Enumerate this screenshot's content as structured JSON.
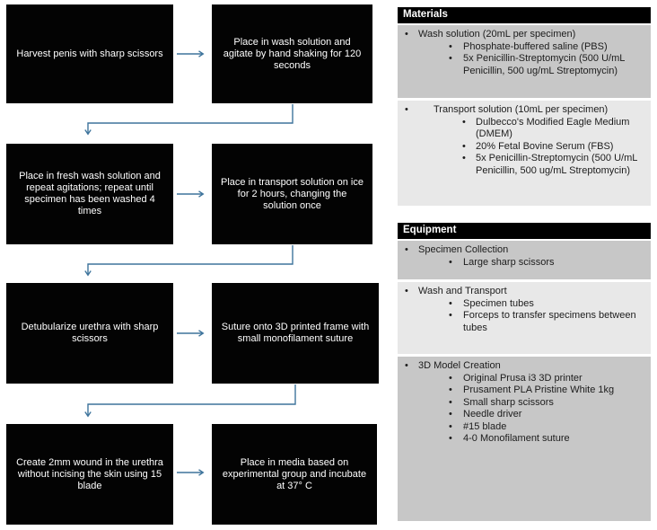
{
  "glyphs": {
    "bullet": "•"
  },
  "colors": {
    "arrow": "#3e749c",
    "flow_box_bg": "#030303",
    "flow_box_text": "#ffffff",
    "panel_header_bg": "#000000",
    "panel_header_text": "#ffffff",
    "section_dark": "#c7c7c7",
    "section_light": "#e8e8e8",
    "page_bg": "#ffffff"
  },
  "flowchart": {
    "steps": [
      {
        "text": "Harvest penis with sharp scissors"
      },
      {
        "text": "Place in wash solution and agitate by hand shaking for 120 seconds"
      },
      {
        "text": "Place in fresh wash solution and repeat agitations; repeat until specimen has been washed 4 times"
      },
      {
        "text": "Place in transport solution on ice for 2 hours, changing the solution once"
      },
      {
        "text": "Detubularize urethra with sharp scissors"
      },
      {
        "text": "Suture onto 3D printed frame with small monofilament suture"
      },
      {
        "text": "Create 2mm wound in the urethra without incising the skin using 15 blade"
      },
      {
        "text": "Place in media based on experimental group and incubate at 37° C"
      }
    ]
  },
  "panels": {
    "materials": {
      "title": "Materials",
      "sections": [
        {
          "items": [
            {
              "level": 1,
              "text": "Wash solution (20mL per specimen)"
            },
            {
              "level": 2,
              "text": "Phosphate-buffered saline (PBS)"
            },
            {
              "level": 2,
              "text": "5x Penicillin-Streptomycin (500 U/mL Penicillin, 500 ug/mL Streptomycin)"
            }
          ]
        },
        {
          "items": [
            {
              "level": 1,
              "text": "Transport solution (10mL per specimen)"
            },
            {
              "level": 2,
              "text": "Dulbecco's Modified Eagle Medium (DMEM)"
            },
            {
              "level": 2,
              "text": "20% Fetal Bovine Serum (FBS)"
            },
            {
              "level": 2,
              "text": "5x Penicillin-Streptomycin (500 U/mL Penicillin, 500 ug/mL Streptomycin)"
            }
          ]
        }
      ]
    },
    "equipment": {
      "title": "Equipment",
      "sections": [
        {
          "items": [
            {
              "level": 1,
              "text": "Specimen Collection"
            },
            {
              "level": 2,
              "text": "Large sharp scissors"
            }
          ]
        },
        {
          "items": [
            {
              "level": 1,
              "text": "Wash and Transport"
            },
            {
              "level": 2,
              "text": "Specimen tubes"
            },
            {
              "level": 2,
              "text": "Forceps to transfer specimens between tubes"
            }
          ]
        },
        {
          "items": [
            {
              "level": 1,
              "text": "3D Model Creation"
            },
            {
              "level": 2,
              "text": "Original Prusa i3 3D printer"
            },
            {
              "level": 2,
              "text": "Prusament PLA Pristine White 1kg"
            },
            {
              "level": 2,
              "text": "Small sharp scissors"
            },
            {
              "level": 2,
              "text": "Needle driver"
            },
            {
              "level": 2,
              "text": "#15 blade"
            },
            {
              "level": 2,
              "text": "4-0 Monofilament suture"
            }
          ]
        }
      ]
    }
  }
}
